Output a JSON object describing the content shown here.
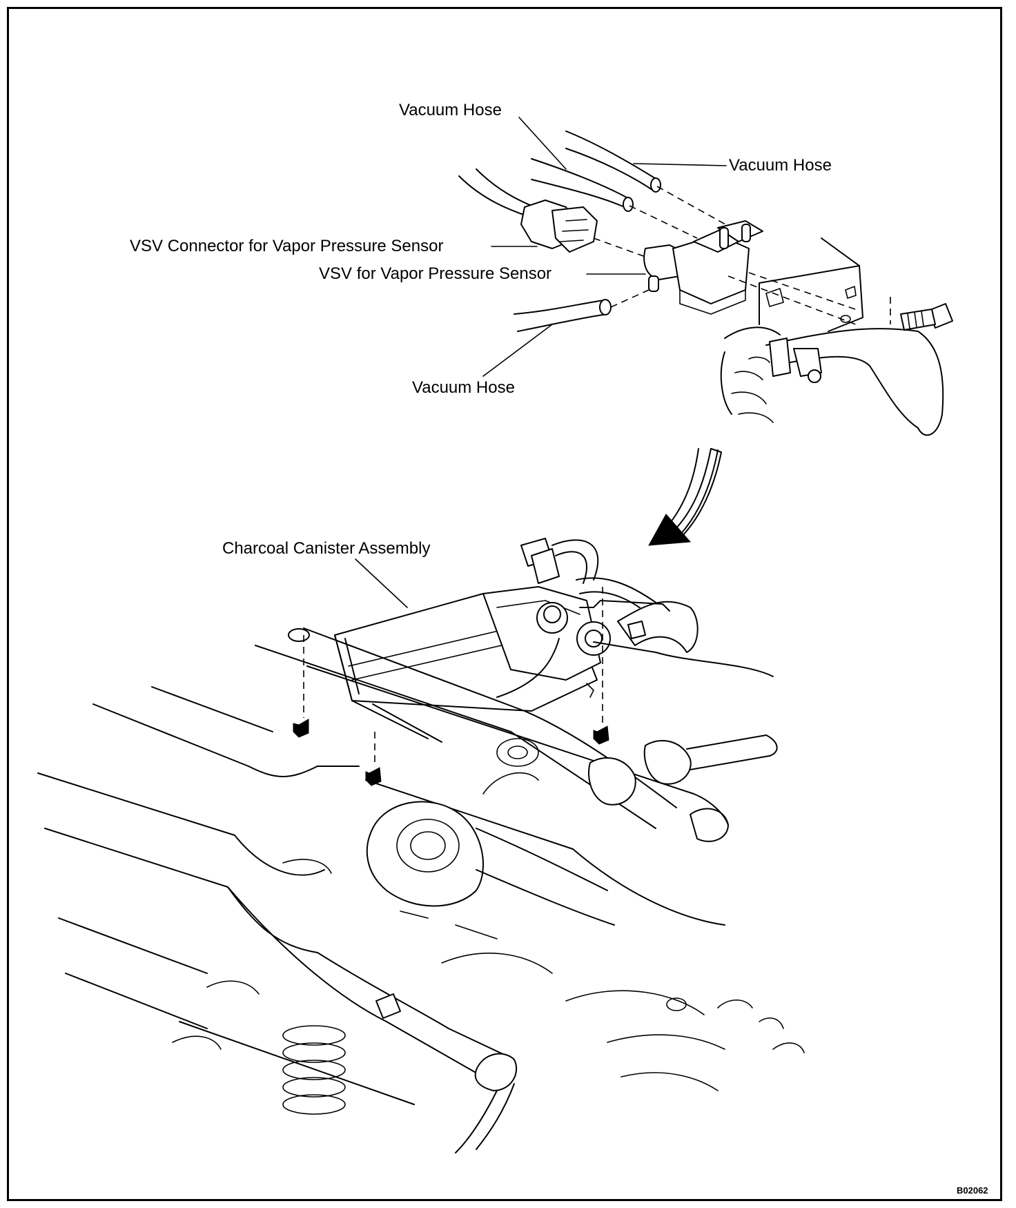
{
  "labels": {
    "vacuum_hose_top": "Vacuum Hose",
    "vacuum_hose_right": "Vacuum Hose",
    "vsv_connector": "VSV Connector for Vapor Pressure Sensor",
    "vsv": "VSV for Vapor Pressure Sensor",
    "vacuum_hose_bottom": "Vacuum Hose",
    "charcoal_canister": "Charcoal Canister Assembly"
  },
  "figure_code": "B02062"
}
